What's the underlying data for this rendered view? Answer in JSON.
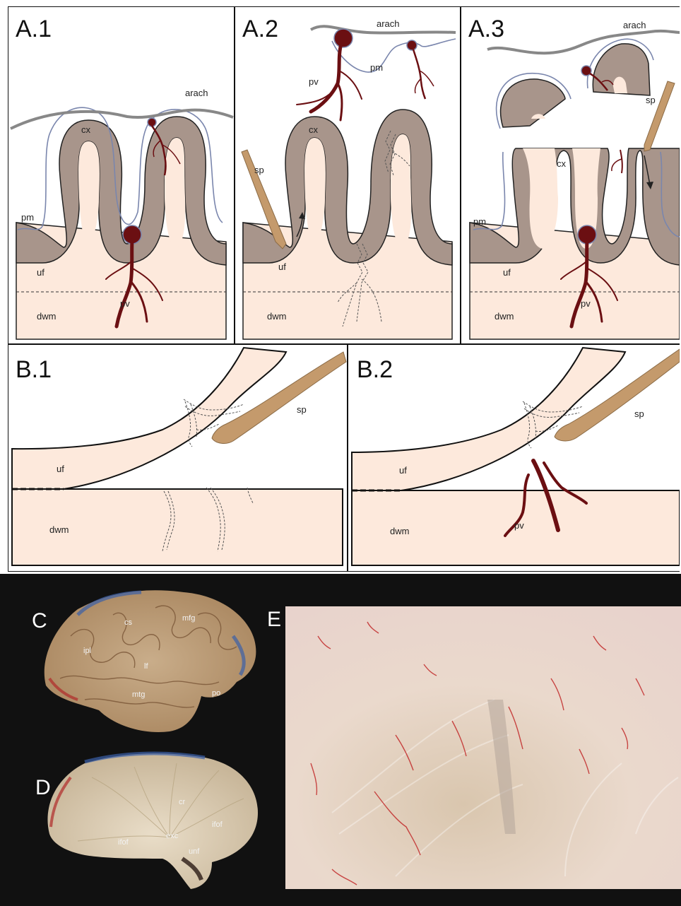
{
  "panels": {
    "a1": {
      "title": "A.1",
      "labels": {
        "arach": "arach",
        "cx": "cx",
        "pm": "pm",
        "uf": "uf",
        "dwm": "dwm",
        "pv": "pv"
      }
    },
    "a2": {
      "title": "A.2",
      "labels": {
        "arach": "arach",
        "pm": "pm",
        "pv": "pv",
        "cx": "cx",
        "sp": "sp",
        "uf": "uf",
        "dwm": "dwm"
      }
    },
    "a3": {
      "title": "A.3",
      "labels": {
        "arach": "arach",
        "sp": "sp",
        "cx": "cx",
        "pm": "pm",
        "uf": "uf",
        "dwm": "dwm",
        "pv": "pv"
      }
    },
    "b1": {
      "title": "B.1",
      "labels": {
        "sp": "sp",
        "uf": "uf",
        "dwm": "dwm"
      }
    },
    "b2": {
      "title": "B.2",
      "labels": {
        "sp": "sp",
        "uf": "uf",
        "dwm": "dwm",
        "pv": "pv"
      }
    },
    "c": {
      "title": "C",
      "labels": {
        "cs": "cs",
        "mfg": "mfg",
        "ipl": "ipl",
        "lf": "lf",
        "mtg": "mtg",
        "po": "po"
      }
    },
    "d": {
      "title": "D",
      "labels": {
        "cr": "cr",
        "ifof_right": "ifof",
        "ifof_left": "ifof",
        "exc": "exc",
        "unf": "unf"
      }
    },
    "e": {
      "title": "E"
    }
  },
  "colors": {
    "white_matter": "#fde9dc",
    "cortex": "#a8958b",
    "vessel": "#6b0f12",
    "pia": "#7a86ad",
    "arachnoid": "#888888",
    "spatula": "#c49a6c",
    "photo_background": "#111111"
  }
}
